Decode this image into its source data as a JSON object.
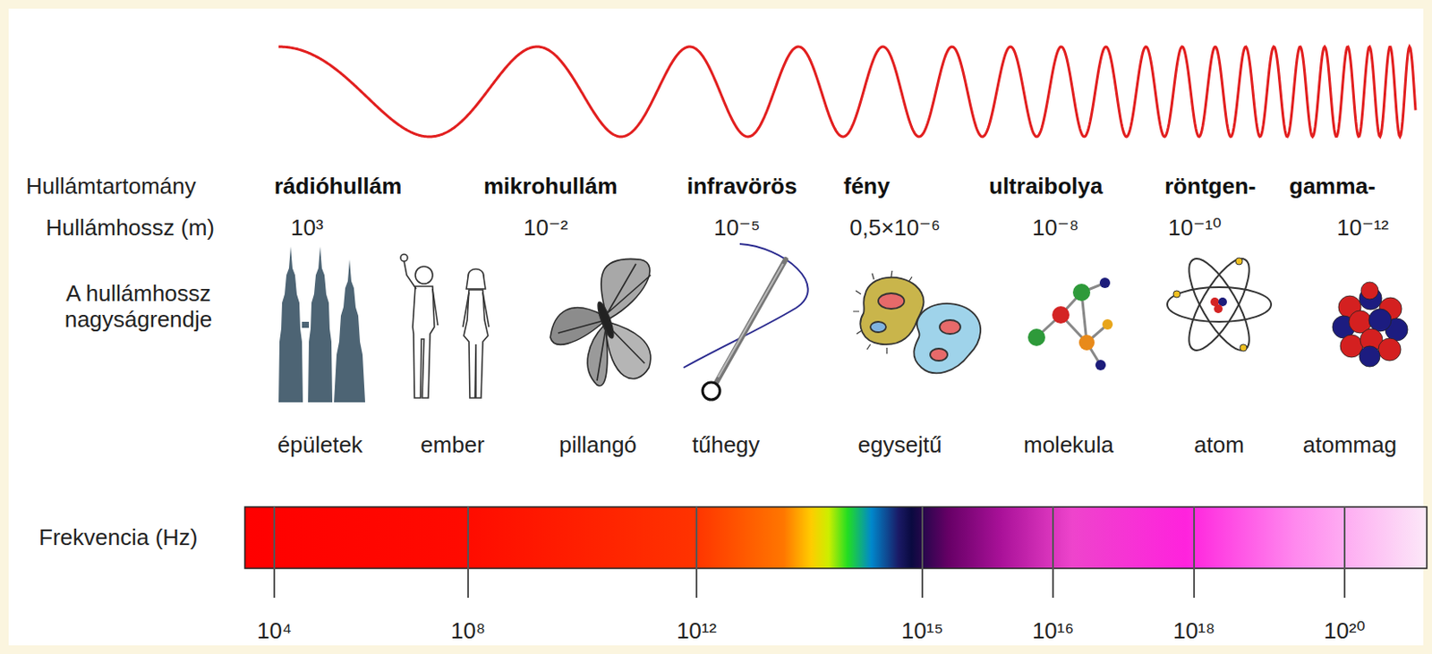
{
  "diagram": {
    "labels": [
      "Hullámtartomány",
      "rádióhullám",
      "mikrohullám",
      "infravörös",
      "fény",
      "ultraibolya",
      "röntgen-",
      "gamma-",
      "Hullámhossz (m)",
      "10³",
      "10⁻²",
      "10⁻⁵",
      "0,5×10⁻⁶",
      "10⁻⁸",
      "10⁻¹⁰",
      "10⁻¹²",
      "A hullámhossz nagyságrendje",
      "épületek",
      "ember",
      "pillangó",
      "tűhegy",
      "egysejtű",
      "molekula",
      "atom",
      "atommag",
      "Frekvencia (Hz)",
      "10⁴",
      "10⁸",
      "10¹²",
      "10¹⁵",
      "10¹⁶",
      "10¹⁸",
      "10²⁰"
    ]
  }
}
